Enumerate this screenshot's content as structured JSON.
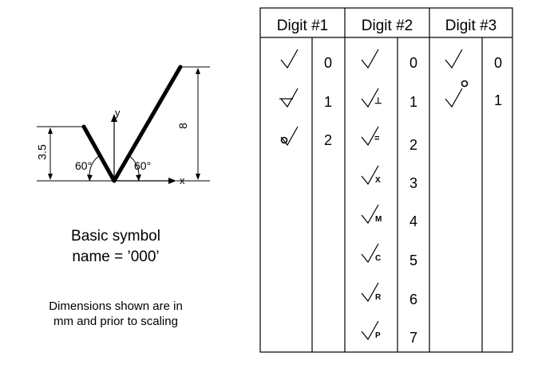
{
  "diagram": {
    "axis_y": "y",
    "axis_x": "x",
    "dim_height": "8",
    "dim_short": "3.5",
    "angle_left": "60°",
    "angle_right": "60°",
    "caption_line1": "Basic symbol",
    "caption_line2": "name = ’000’",
    "note_line1": "Dimensions shown are in",
    "note_line2": "mm and prior to scaling"
  },
  "table": {
    "headers": [
      "Digit #1",
      "Digit #2",
      "Digit #3"
    ],
    "digit1": [
      {
        "value": "0",
        "icon": "plain-check-icon"
      },
      {
        "value": "1",
        "icon": "triangle-check-icon"
      },
      {
        "value": "2",
        "icon": "circle-check-icon"
      }
    ],
    "digit2": [
      {
        "value": "0",
        "icon": "plain-check-icon",
        "mark": ""
      },
      {
        "value": "1",
        "icon": "perpendicular-check-icon",
        "mark": "⊥"
      },
      {
        "value": "2",
        "icon": "parallel-check-icon",
        "mark": "="
      },
      {
        "value": "3",
        "icon": "x-check-icon",
        "mark": "X"
      },
      {
        "value": "4",
        "icon": "m-check-icon",
        "mark": "M"
      },
      {
        "value": "5",
        "icon": "c-check-icon",
        "mark": "C"
      },
      {
        "value": "6",
        "icon": "r-check-icon",
        "mark": "R"
      },
      {
        "value": "7",
        "icon": "p-check-icon",
        "mark": "P"
      }
    ],
    "digit3": [
      {
        "value": "0",
        "icon": "plain-check-icon"
      },
      {
        "value": "1",
        "icon": "circle-tail-check-icon"
      }
    ]
  }
}
